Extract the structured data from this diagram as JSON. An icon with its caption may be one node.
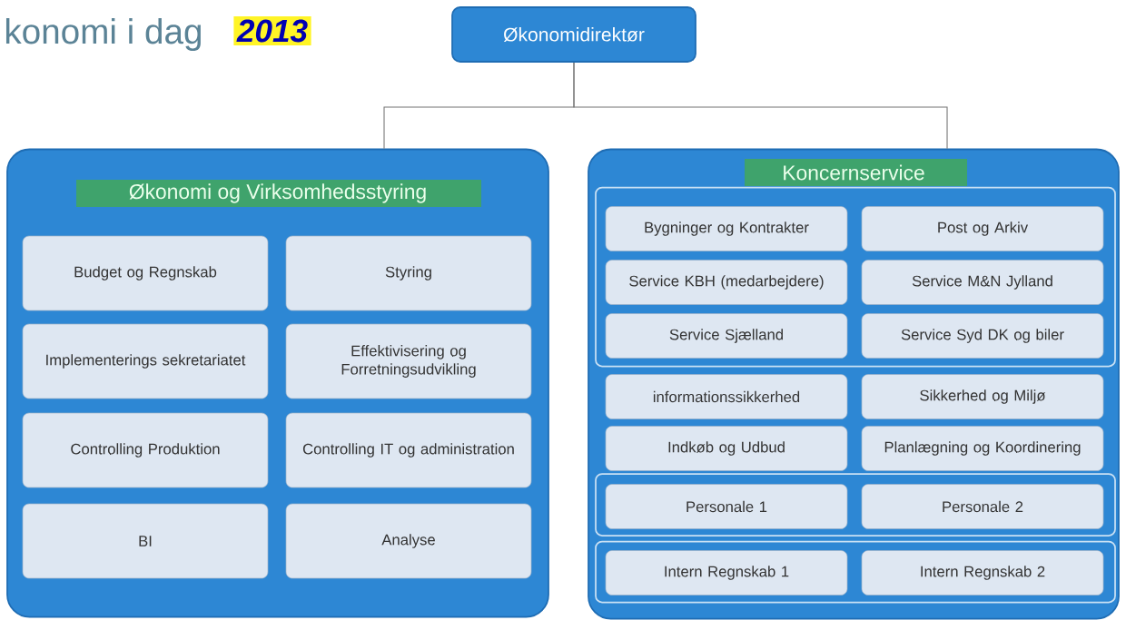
{
  "diagram": {
    "title": "konomi i dag",
    "nodes": [
      {
        "text": [
          "Økonomidirektør"
        ]
      },
      {
        "text": [
          "Økonomi og Virksomhedsstyring"
        ]
      },
      {
        "text": [
          "Budget og Regnskab"
        ],
        "in": 1
      },
      {
        "text": [
          "Styring"
        ],
        "in": 1
      },
      {
        "text": [
          "Implementerings sekretariatet"
        ],
        "in": 1
      },
      {
        "text": [
          "Effektivisering og Forretningsudvikling"
        ],
        "in": 1
      },
      {
        "text": [
          "Controlling Produktion"
        ],
        "in": 1
      },
      {
        "text": [
          "Controlling IT og administration"
        ],
        "in": 1
      },
      {
        "text": [
          "BI"
        ],
        "in": 1
      },
      {
        "text": [
          "Analyse"
        ],
        "in": 1
      },
      {
        "text": [
          "Koncernservice"
        ]
      },
      {
        "text": [],
        "shape": "box",
        "in": 10
      },
      {
        "text": [
          "Bygninger og Kontrakter"
        ],
        "in": 11
      },
      {
        "text": [
          "Post og Arkiv"
        ],
        "in": 11
      },
      {
        "text": [
          "Service KBH (medarbejdere)"
        ],
        "in": 11
      },
      {
        "text": [
          "Service M&N Jylland"
        ],
        "in": 11
      },
      {
        "text": [
          "Service Sjælland"
        ],
        "in": 11
      },
      {
        "text": [
          "Service Syd DK og biler"
        ],
        "in": 11
      },
      {
        "text": [
          "informationssikkerhed"
        ],
        "in": 10
      },
      {
        "text": [
          "Sikkerhed og Miljø"
        ],
        "in": 10
      },
      {
        "text": [
          "Indkøb og Udbud"
        ],
        "in": 10
      },
      {
        "text": [
          "Planlægning og Koordinering"
        ],
        "in": 10
      },
      {
        "text": [],
        "shape": "box",
        "in": 10
      },
      {
        "text": [
          "Personale 1"
        ],
        "in": 22
      },
      {
        "text": [
          "Personale 2"
        ],
        "in": 22
      },
      {
        "text": [],
        "shape": "box",
        "in": 10
      },
      {
        "text": [
          "Intern Regnskab 1"
        ],
        "in": 25
      },
      {
        "text": [
          "Intern Regnskab 2"
        ],
        "in": 25
      }
    ],
    "edges": [
      {
        "from": 0,
        "to": 1,
        "arrow": "none"
      },
      {
        "from": 0,
        "to": 10,
        "arrow": "none"
      }
    ],
    "labels": [
      "2013"
    ]
  }
}
